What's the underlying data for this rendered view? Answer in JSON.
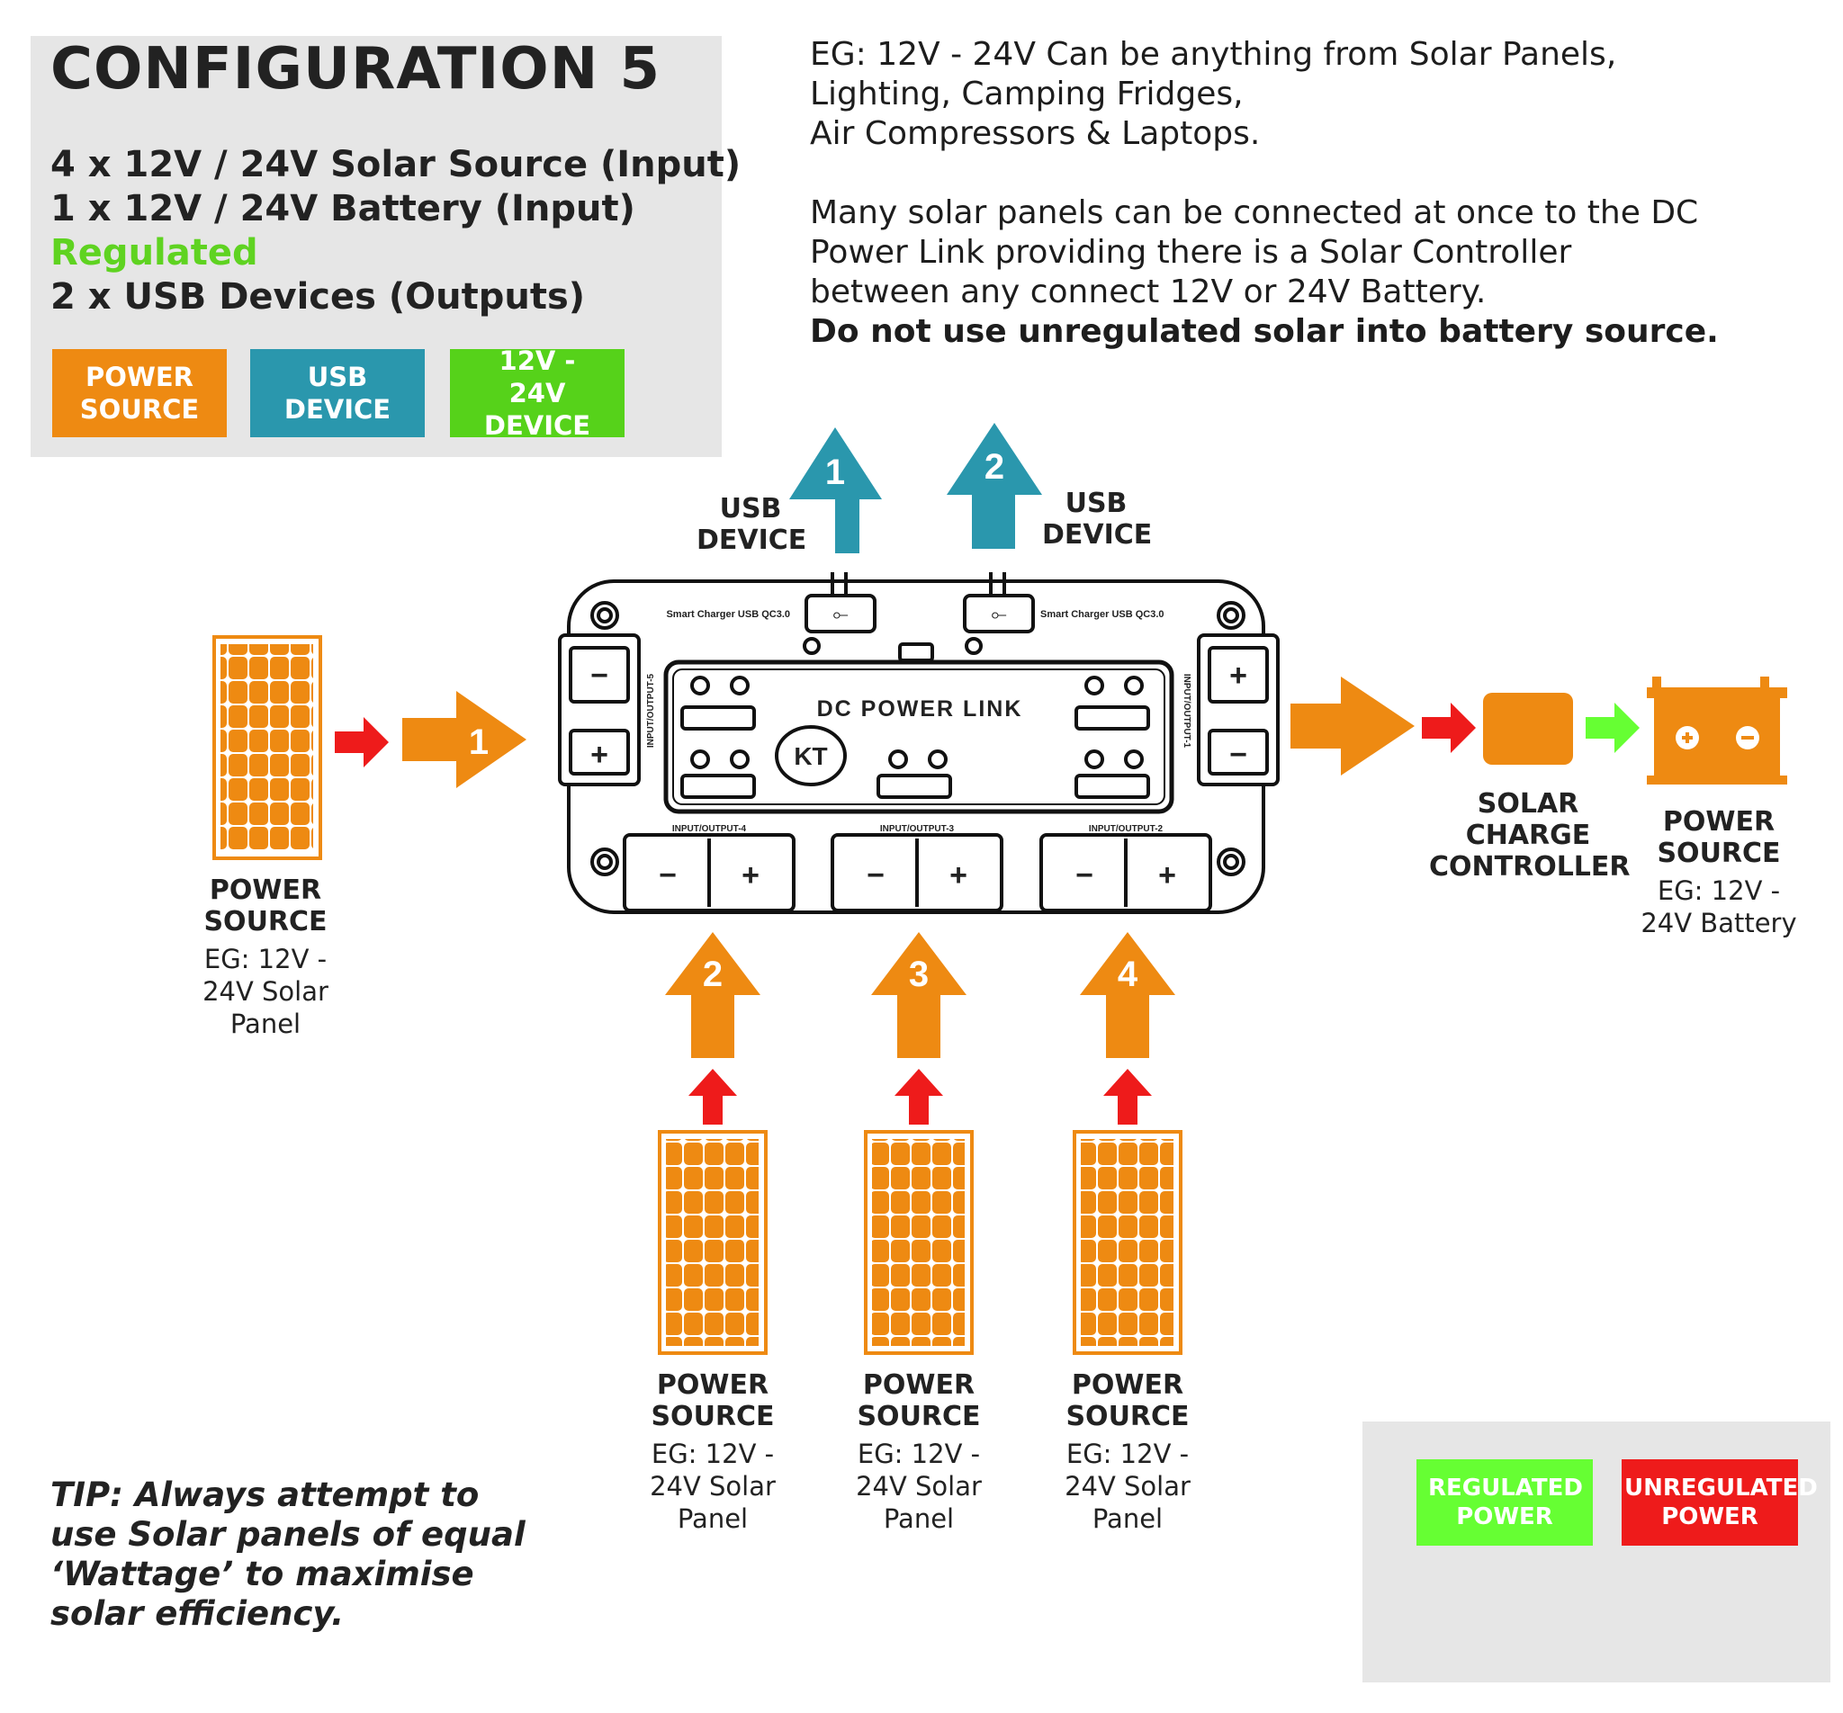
{
  "info": {
    "title": "CONFIGURATION 5",
    "specs": [
      "4 x 12V / 24V Solar Source (Input)",
      "1 x 12V / 24V Battery (Input)",
      "Regulated",
      "2 x USB Devices (Outputs)"
    ],
    "legend": [
      "POWER SOURCE",
      "USB DEVICE",
      "12V - 24V DEVICE"
    ]
  },
  "notes": {
    "line1": "EG: 12V - 24V Can be anything from Solar Panels,",
    "line2": "Lighting, Camping Fridges,",
    "line3": "Air Compressors & Laptops.",
    "line4": "Many solar panels can be connected at once to the DC",
    "line5": "Power Link providing there is a Solar Controller",
    "line6": "between any connect 12V or 24V Battery.",
    "line7": "Do not use unregulated solar into battery source."
  },
  "usb": {
    "label": "USB DEVICE",
    "arrow1": "1",
    "arrow2": "2"
  },
  "device": {
    "name": "DC POWER LINK",
    "usb_text": "Smart Charger USB QC3.0",
    "ports": [
      "INPUT/OUTPUT-1",
      "INPUT/OUTPUT-2",
      "INPUT/OUTPUT-3",
      "INPUT/OUTPUT-4",
      "INPUT/OUTPUT-5"
    ],
    "logo": "KT"
  },
  "sources": {
    "label": "POWER SOURCE",
    "panel_sub": "EG: 12V - 24V Solar Panel",
    "arrows": [
      "1",
      "2",
      "3",
      "4"
    ]
  },
  "controller": {
    "label": "SOLAR CHARGE CONTROLLER"
  },
  "battery": {
    "label": "POWER SOURCE",
    "sub": "EG: 12V - 24V Battery"
  },
  "tip": "TIP: Always attempt to use Solar panels of equal ‘Wattage’ to maximise solar efficiency.",
  "key": {
    "regulated": "REGULATED POWER",
    "unregulated": "UNREGULATED POWER"
  },
  "colors": {
    "orange": "#ee8a12",
    "teal": "#2a97ad",
    "green": "#56d21a",
    "bright_green": "#66ff33",
    "red": "#ee1b1b",
    "panel_grey": "#e6e6e6"
  }
}
